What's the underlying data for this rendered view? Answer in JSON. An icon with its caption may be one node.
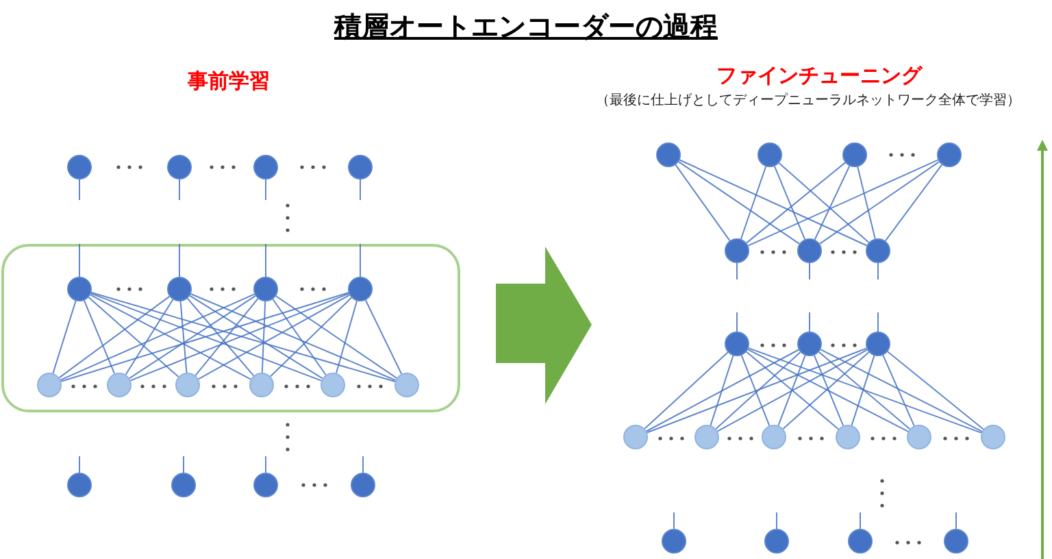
{
  "diagram": {
    "title": "積層オートエンコーダーの過程",
    "nodes": [
      {
        "text": [],
        "shape": "circle"
      },
      {
        "text": [],
        "shape": "circle"
      },
      {
        "text": [],
        "shape": "circle"
      },
      {
        "text": [],
        "shape": "circle"
      },
      {
        "text": [],
        "shape": "box"
      },
      {
        "text": [],
        "shape": "circle",
        "in": 4
      },
      {
        "text": [],
        "shape": "circle",
        "in": 4
      },
      {
        "text": [],
        "shape": "circle",
        "in": 4
      },
      {
        "text": [],
        "shape": "circle",
        "in": 4
      },
      {
        "text": [],
        "shape": "circle",
        "in": 4
      },
      {
        "text": [],
        "shape": "circle",
        "in": 4
      },
      {
        "text": [],
        "shape": "circle",
        "in": 4
      },
      {
        "text": [],
        "shape": "circle",
        "in": 4
      },
      {
        "text": [],
        "shape": "circle",
        "in": 4
      },
      {
        "text": [],
        "shape": "circle",
        "in": 4
      },
      {
        "text": [],
        "shape": "circle"
      },
      {
        "text": [],
        "shape": "circle"
      },
      {
        "text": [],
        "shape": "circle"
      },
      {
        "text": [],
        "shape": "circle"
      },
      {
        "text": [],
        "shape": "circle"
      },
      {
        "text": [],
        "shape": "circle"
      },
      {
        "text": [],
        "shape": "circle"
      },
      {
        "text": [],
        "shape": "circle"
      },
      {
        "text": [],
        "shape": "circle"
      },
      {
        "text": [],
        "shape": "circle"
      },
      {
        "text": [],
        "shape": "circle"
      },
      {
        "text": [],
        "shape": "circle"
      },
      {
        "text": [],
        "shape": "circle"
      },
      {
        "text": [],
        "shape": "circle"
      },
      {
        "text": [],
        "shape": "circle"
      },
      {
        "text": [],
        "shape": "circle"
      },
      {
        "text": [],
        "shape": "circle"
      },
      {
        "text": [],
        "shape": "circle"
      },
      {
        "text": [],
        "shape": "circle"
      },
      {
        "text": [],
        "shape": "circle"
      },
      {
        "text": [],
        "shape": "circle"
      },
      {
        "text": [],
        "shape": "circle"
      },
      {
        "text": [],
        "shape": "circle"
      },
      {
        "text": [],
        "shape": "circle"
      }
    ],
    "edges": [
      {
        "from": 0,
        "to": null,
        "arrow": "none"
      },
      {
        "from": 1,
        "to": null,
        "arrow": "none"
      },
      {
        "from": 2,
        "to": null,
        "arrow": "none"
      },
      {
        "from": 3,
        "to": null,
        "arrow": "none"
      },
      {
        "from": null,
        "to": 5,
        "arrow": "none"
      },
      {
        "from": null,
        "to": 6,
        "arrow": "none"
      },
      {
        "from": null,
        "to": 7,
        "arrow": "none"
      },
      {
        "from": null,
        "to": 8,
        "arrow": "none"
      },
      {
        "from": 5,
        "to": 9,
        "arrow": "none"
      },
      {
        "from": 5,
        "to": 10,
        "arrow": "none"
      },
      {
        "from": 5,
        "to": 11,
        "arrow": "none"
      },
      {
        "from": 5,
        "to": 12,
        "arrow": "none"
      },
      {
        "from": 5,
        "to": 13,
        "arrow": "none"
      },
      {
        "from": 5,
        "to": 14,
        "arrow": "none"
      },
      {
        "from": 6,
        "to": 9,
        "arrow": "none"
      },
      {
        "from": 6,
        "to": 10,
        "arrow": "none"
      },
      {
        "from": 6,
        "to": 11,
        "arrow": "none"
      },
      {
        "from": 6,
        "to": 12,
        "arrow": "none"
      },
      {
        "from": 6,
        "to": 13,
        "arrow": "none"
      },
      {
        "from": 6,
        "to": 14,
        "arrow": "none"
      },
      {
        "from": 7,
        "to": 9,
        "arrow": "none"
      },
      {
        "from": 7,
        "to": 10,
        "arrow": "none"
      },
      {
        "from": 7,
        "to": 11,
        "arrow": "none"
      },
      {
        "from": 7,
        "to": 12,
        "arrow": "none"
      },
      {
        "from": 7,
        "to": 13,
        "arrow": "none"
      },
      {
        "from": 7,
        "to": 14,
        "arrow": "none"
      },
      {
        "from": 8,
        "to": 9,
        "arrow": "none"
      },
      {
        "from": 8,
        "to": 10,
        "arrow": "none"
      },
      {
        "from": 8,
        "to": 11,
        "arrow": "none"
      },
      {
        "from": 8,
        "to": 12,
        "arrow": "none"
      },
      {
        "from": 8,
        "to": 13,
        "arrow": "none"
      },
      {
        "from": 8,
        "to": 14,
        "arrow": "none"
      },
      {
        "from": null,
        "to": 15,
        "arrow": "none"
      },
      {
        "from": null,
        "to": 16,
        "arrow": "none"
      },
      {
        "from": null,
        "to": 17,
        "arrow": "none"
      },
      {
        "from": null,
        "to": 18,
        "arrow": "none"
      },
      {
        "from": 19,
        "to": 23,
        "arrow": "none"
      },
      {
        "from": 19,
        "to": 24,
        "arrow": "none"
      },
      {
        "from": 19,
        "to": 25,
        "arrow": "none"
      },
      {
        "from": 20,
        "to": 23,
        "arrow": "none"
      },
      {
        "from": 20,
        "to": 24,
        "arrow": "none"
      },
      {
        "from": 20,
        "to": 25,
        "arrow": "none"
      },
      {
        "from": 21,
        "to": 23,
        "arrow": "none"
      },
      {
        "from": 21,
        "to": 24,
        "arrow": "none"
      },
      {
        "from": 21,
        "to": 25,
        "arrow": "none"
      },
      {
        "from": 22,
        "to": 23,
        "arrow": "none"
      },
      {
        "from": 22,
        "to": 24,
        "arrow": "none"
      },
      {
        "from": 22,
        "to": 25,
        "arrow": "none"
      },
      {
        "from": 23,
        "to": null,
        "arrow": "none"
      },
      {
        "from": 24,
        "to": null,
        "arrow": "none"
      },
      {
        "from": 25,
        "to": null,
        "arrow": "none"
      },
      {
        "from": null,
        "to": 26,
        "arrow": "none"
      },
      {
        "from": null,
        "to": 27,
        "arrow": "none"
      },
      {
        "from": null,
        "to": 28,
        "arrow": "none"
      },
      {
        "from": 26,
        "to": 29,
        "arrow": "none"
      },
      {
        "from": 26,
        "to": 30,
        "arrow": "none"
      },
      {
        "from": 26,
        "to": 31,
        "arrow": "none"
      },
      {
        "from": 26,
        "to": 32,
        "arrow": "none"
      },
      {
        "from": 26,
        "to": 33,
        "arrow": "none"
      },
      {
        "from": 26,
        "to": 34,
        "arrow": "none"
      },
      {
        "from": 27,
        "to": 29,
        "arrow": "none"
      },
      {
        "from": 27,
        "to": 30,
        "arrow": "none"
      },
      {
        "from": 27,
        "to": 31,
        "arrow": "none"
      },
      {
        "from": 27,
        "to": 32,
        "arrow": "none"
      },
      {
        "from": 27,
        "to": 33,
        "arrow": "none"
      },
      {
        "from": 27,
        "to": 34,
        "arrow": "none"
      },
      {
        "from": 28,
        "to": 29,
        "arrow": "none"
      },
      {
        "from": 28,
        "to": 30,
        "arrow": "none"
      },
      {
        "from": 28,
        "to": 31,
        "arrow": "none"
      },
      {
        "from": 28,
        "to": 32,
        "arrow": "none"
      },
      {
        "from": 28,
        "to": 33,
        "arrow": "none"
      },
      {
        "from": 28,
        "to": 34,
        "arrow": "none"
      },
      {
        "from": null,
        "to": 35,
        "arrow": "none"
      },
      {
        "from": null,
        "to": 36,
        "arrow": "none"
      },
      {
        "from": null,
        "to": 37,
        "arrow": "none"
      },
      {
        "from": null,
        "to": 38,
        "arrow": "none"
      }
    ],
    "labels": [
      "事前学習",
      "ファインチューニング",
      "（最後に仕上げとしてディープニューラルネットワーク全体で学習）"
    ]
  }
}
